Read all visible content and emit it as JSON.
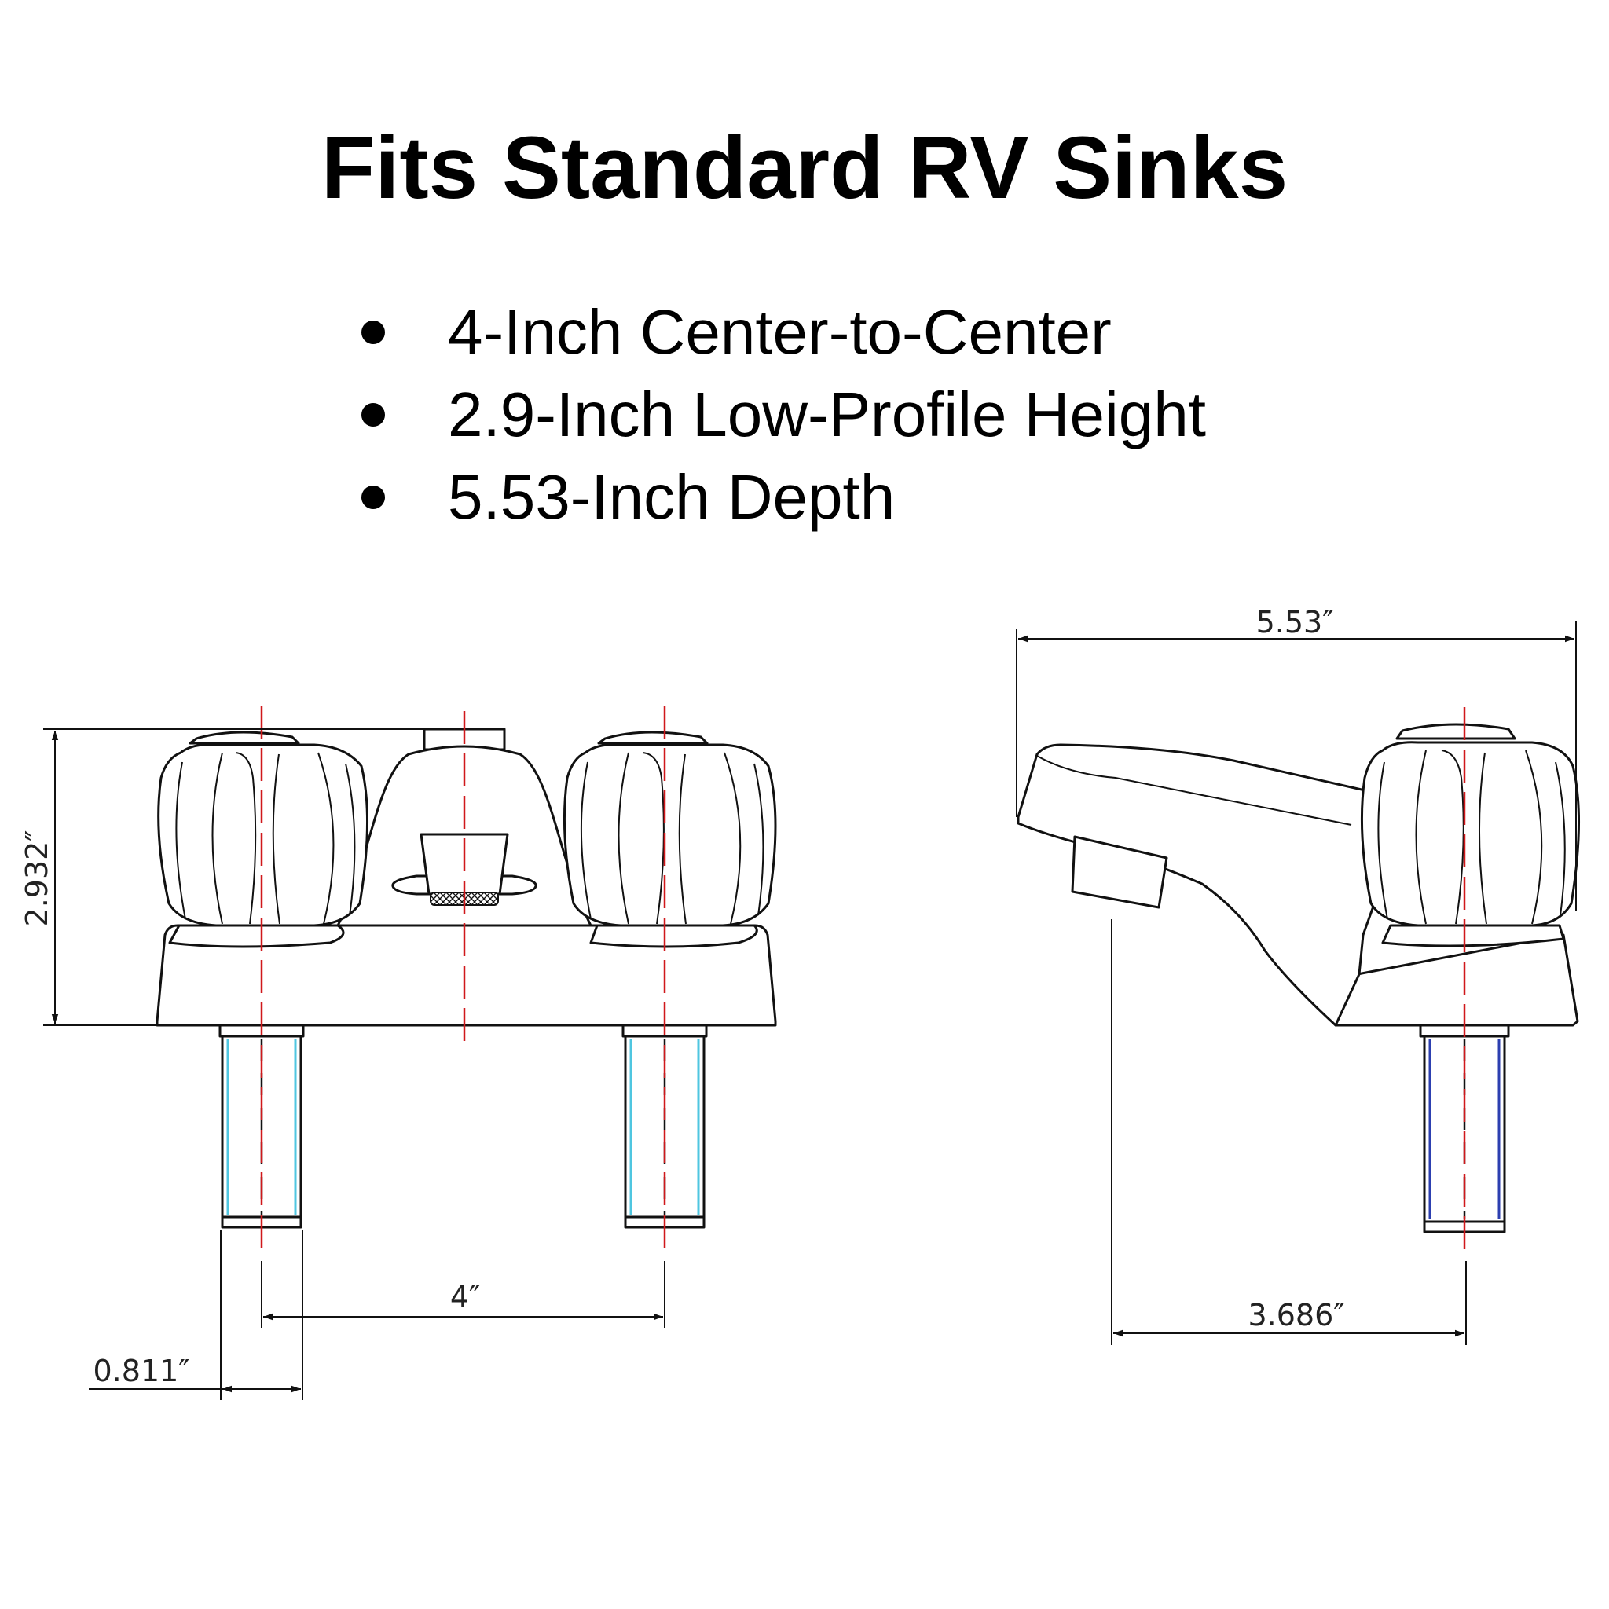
{
  "title": "Fits Standard RV Sinks",
  "features": [
    "4-Inch Center-to-Center",
    "2.9-Inch Low-Profile Height",
    "5.53-Inch Depth"
  ],
  "dimensions": {
    "height": "2.932″",
    "center_to_center": "4″",
    "shank_diameter": "0.811″",
    "depth": "5.53″",
    "spout_to_handle": "3.686″"
  },
  "colors": {
    "centerline": "#d0181b",
    "shank_front": "#4fc6e0",
    "shank_side": "#2c3fb0"
  }
}
